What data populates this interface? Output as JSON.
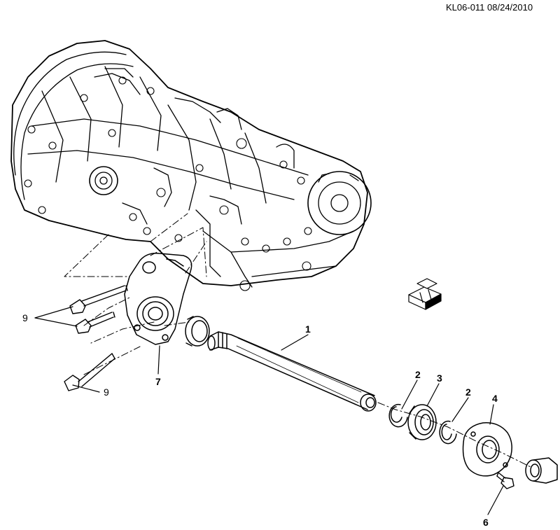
{
  "reference": "KL06-011 08/24/2010",
  "callouts": {
    "shaft": "1",
    "snap_ring_a": "2",
    "bearing": "3",
    "snap_ring_b": "2",
    "bracket": "4",
    "bolt_bracket": "6",
    "housing": "7",
    "bolts_pair": "9",
    "bolt_single": "9"
  },
  "colors": {
    "line": "#000000",
    "background": "#ffffff"
  },
  "icons": {
    "direction_indicator": "front-arrow-icon"
  }
}
